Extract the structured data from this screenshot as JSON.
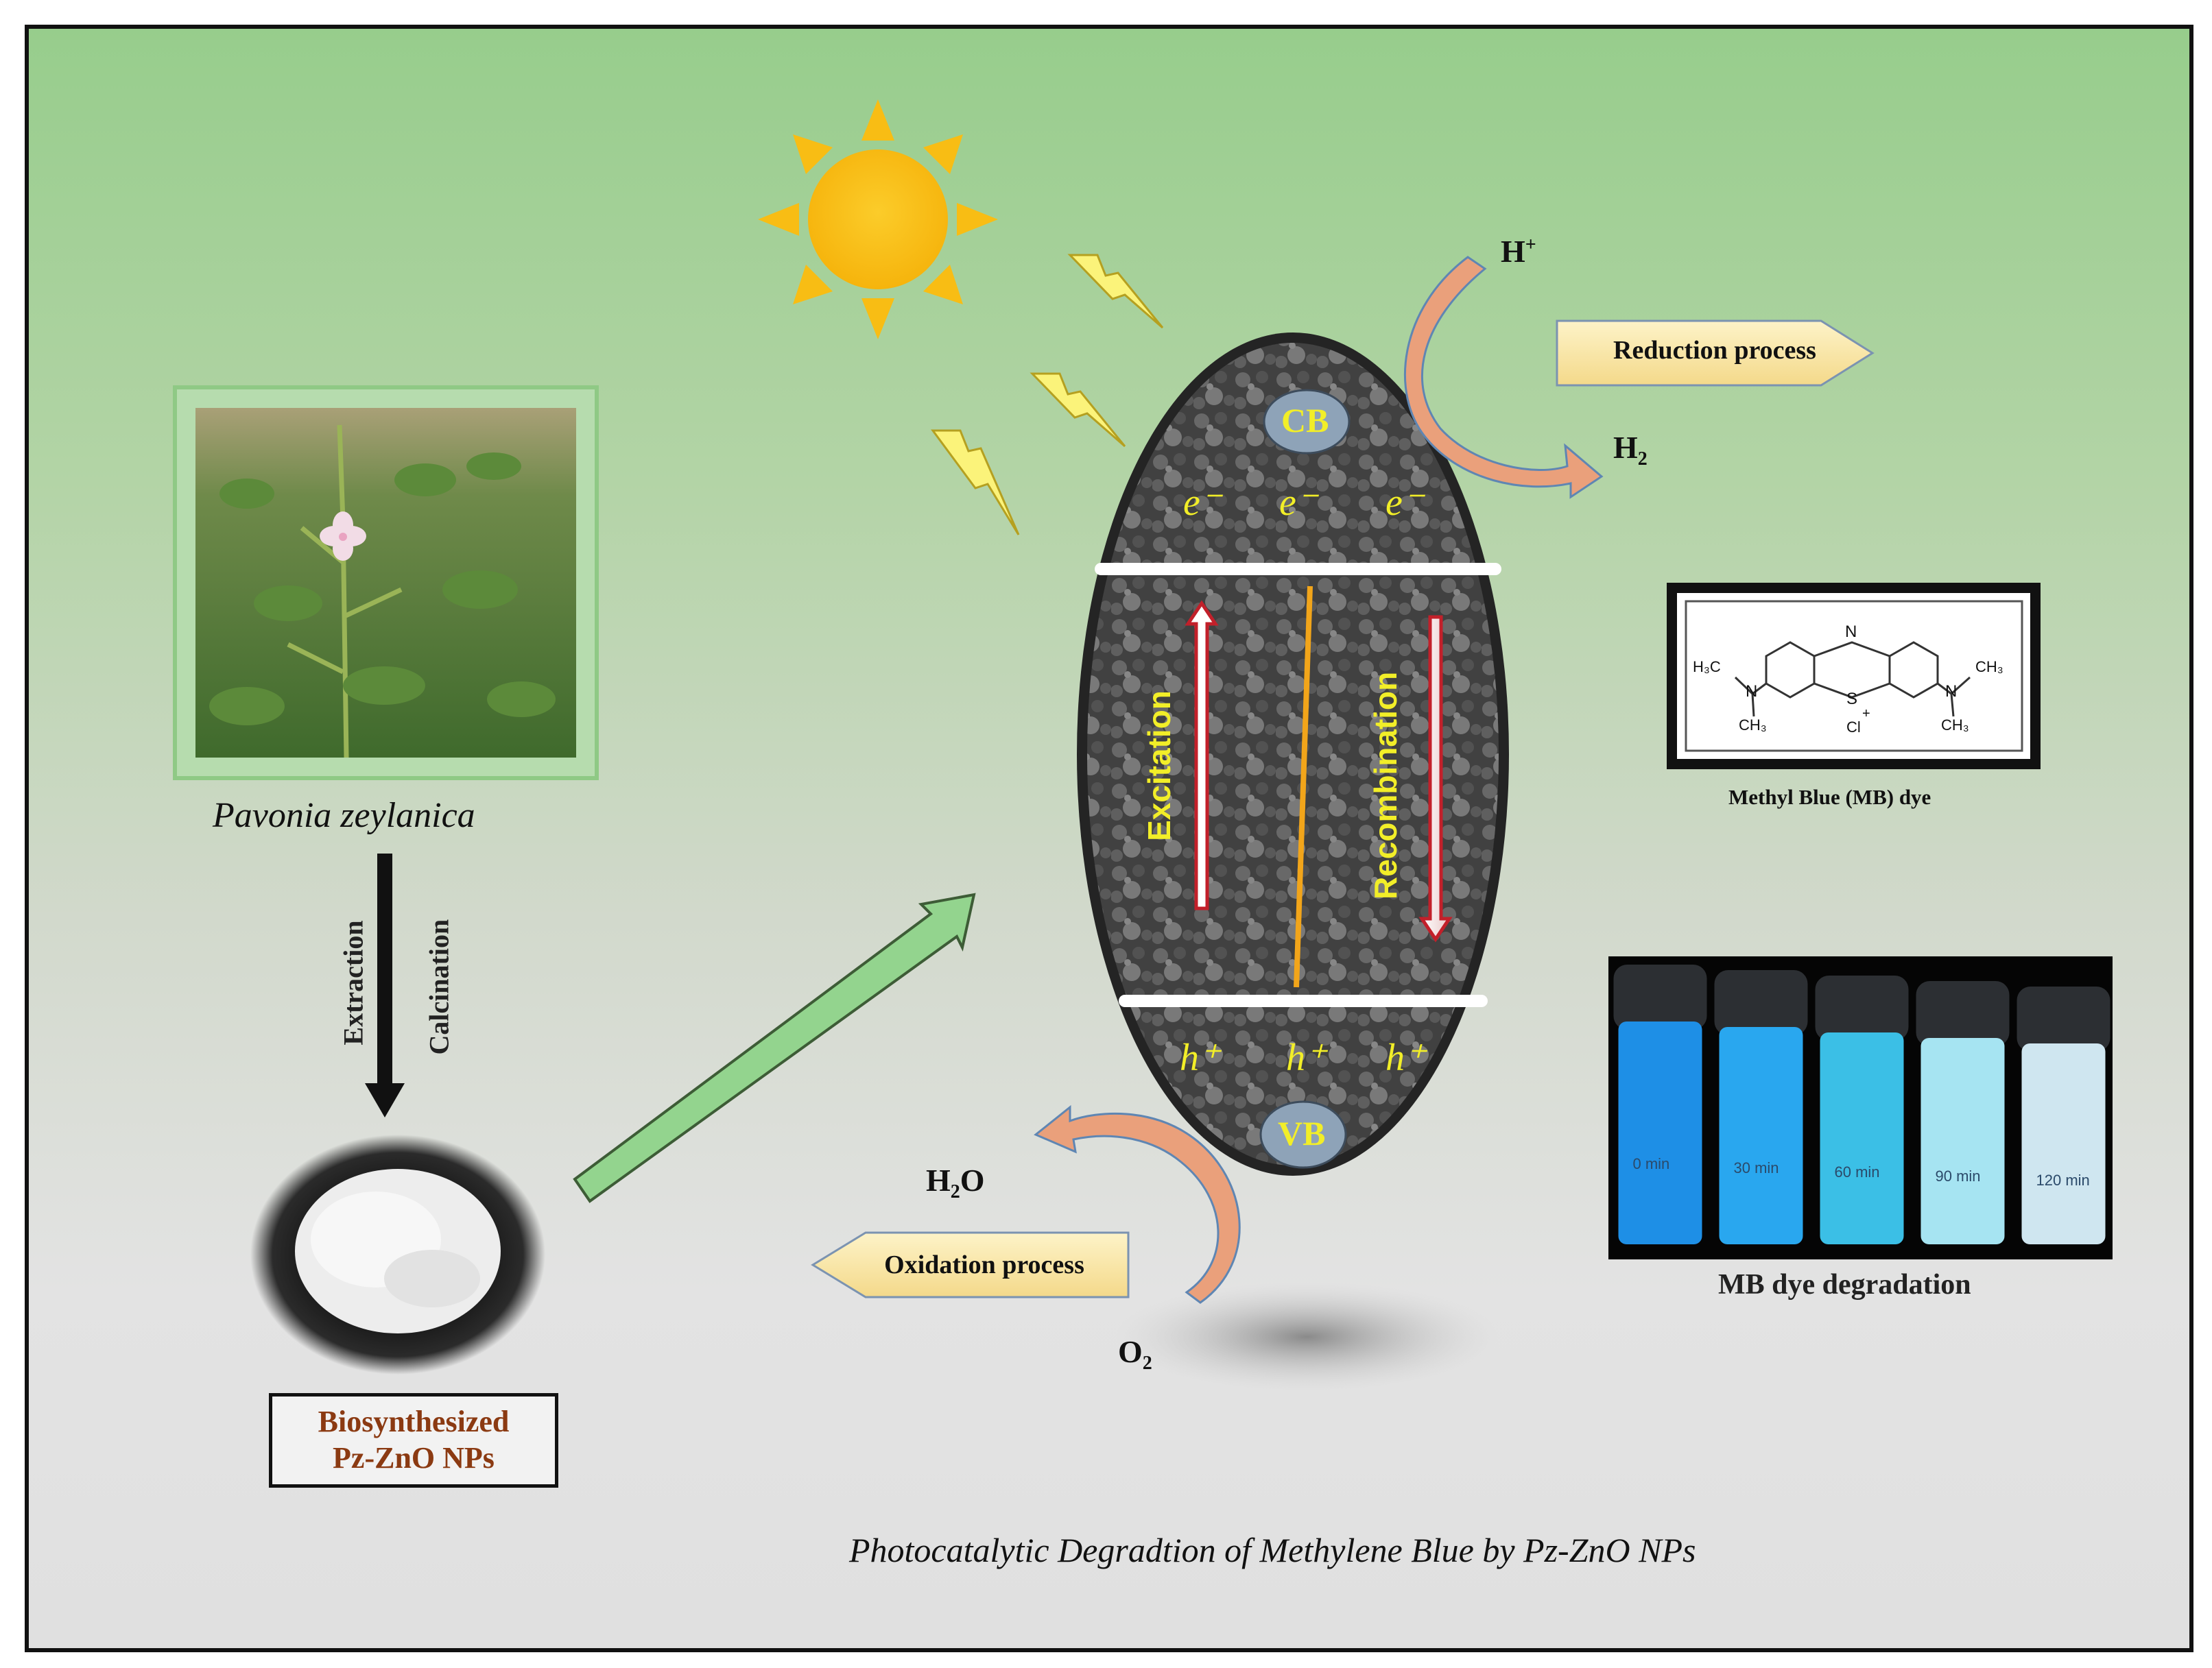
{
  "plant": {
    "name": "Pavonia zeylanica"
  },
  "steps": {
    "step1": "Extraction",
    "step2": "Calcination"
  },
  "product": {
    "line1": "Biosynthesized",
    "line2": "Pz-ZnO NPs"
  },
  "mechanism": {
    "cb": "CB",
    "vb": "VB",
    "electron": "e⁻",
    "hole": "h⁺",
    "excitation": "Excitation",
    "recombination": "Recombination"
  },
  "reduction": {
    "reactant": "H",
    "reactant_sup": "+",
    "product": "H",
    "product_sub": "2",
    "label": "Reduction process"
  },
  "oxidation": {
    "reactant": "O",
    "reactant_sub": "2",
    "product": "H",
    "product_sub": "2",
    "product_tail": "O",
    "label": "Oxidation process"
  },
  "dye": {
    "caption": "Methyl Blue (MB) dye",
    "structure": {
      "n_top": "N",
      "s": "S",
      "plus": "+",
      "cl": "Cl",
      "left_h3c": "H₃C",
      "left_n": "N",
      "left_ch3": "CH₃",
      "right_ch3_top": "CH₃",
      "right_n": "N",
      "right_ch3": "CH₃"
    }
  },
  "degradation": {
    "caption": "MB dye degradation",
    "tubes": [
      "0 min",
      "30 min",
      "60 min",
      "90 min",
      "120 min"
    ],
    "tube_colors": [
      "#1e8fe6",
      "#29a7ef",
      "#3bbfe6",
      "#a6e4f2",
      "#cfe6f0"
    ]
  },
  "title": "Photocatalytic Degradtion of Methylene Blue by Pz-ZnO NPs",
  "colors": {
    "sun": "#f8bd14",
    "arrow_green": "#8fd08a",
    "arrow_orange": "#e9a07a",
    "band_text": "#f2ee28"
  }
}
